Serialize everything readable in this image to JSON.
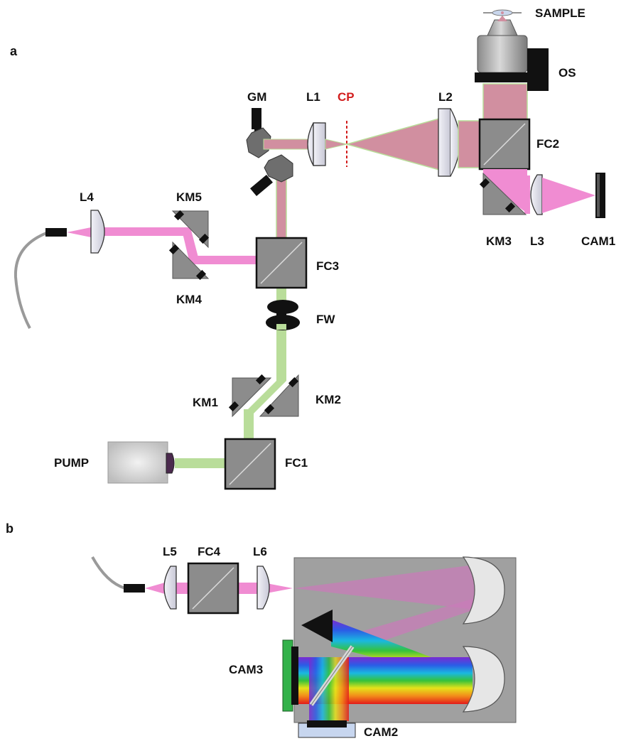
{
  "panels": {
    "a": "a",
    "b": "b"
  },
  "labels": {
    "sample": "SAMPLE",
    "os": "OS",
    "gm": "GM",
    "l1": "L1",
    "cp": "CP",
    "l2": "L2",
    "fc2": "FC2",
    "l4": "L4",
    "km5": "KM5",
    "km3": "KM3",
    "l3": "L3",
    "cam1": "CAM1",
    "fc3": "FC3",
    "km4": "KM4",
    "fw": "FW",
    "km1": "KM1",
    "km2": "KM2",
    "pump": "PUMP",
    "fc1": "FC1",
    "l5": "L5",
    "fc4": "FC4",
    "l6": "L6",
    "cam3": "CAM3",
    "cam2": "CAM2"
  },
  "colors": {
    "green_beam": "#b9dd9a",
    "pink_beam": "#f08cd2",
    "mixed_beam": "#d18fa0",
    "cp_red": "#d21e1e",
    "optic_gray": "#8c8c8c",
    "spectrometer_bg": "#a0a0a0"
  }
}
